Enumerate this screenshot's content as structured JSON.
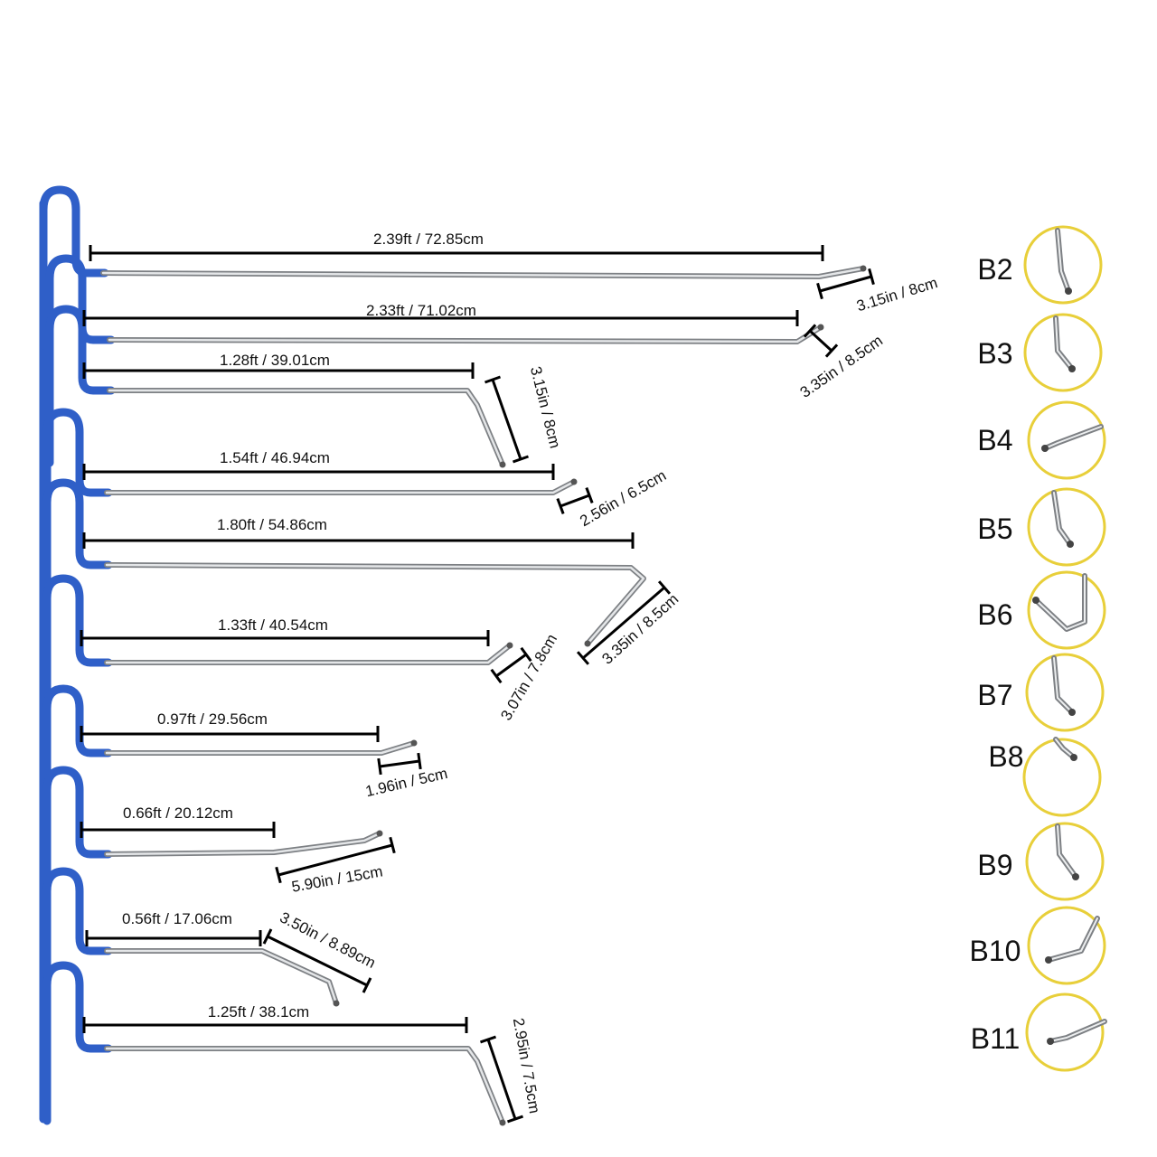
{
  "colors": {
    "handle": "#2f5fc8",
    "handle_dark": "#1e3f99",
    "rod": "#b9bcc0",
    "rod_edge": "#7d8084",
    "dimension_line": "#000000",
    "circle": "#e8cf3a"
  },
  "rods": [
    {
      "length_label": "2.39ft / 72.85cm",
      "tip_label": "3.15in / 8cm"
    },
    {
      "length_label": "2.33ft / 71.02cm",
      "tip_label": "3.35in / 8.5cm"
    },
    {
      "length_label": "1.28ft / 39.01cm",
      "tip_label": "3.15in / 8cm"
    },
    {
      "length_label": "1.54ft / 46.94cm",
      "tip_label": "2.56in / 6.5cm"
    },
    {
      "length_label": "1.80ft / 54.86cm",
      "tip_label": "3.35in / 8.5cm"
    },
    {
      "length_label": "1.33ft / 40.54cm",
      "tip_label": "3.07in / 7.8cm"
    },
    {
      "length_label": "0.97ft / 29.56cm",
      "tip_label": "1.96in / 5cm"
    },
    {
      "length_label": "0.66ft / 20.12cm",
      "tip_label": "5.90in / 15cm"
    },
    {
      "length_label": "0.56ft / 17.06cm",
      "tip_label": "3.50in / 8.89cm"
    },
    {
      "length_label": "1.25ft / 38.1cm",
      "tip_label": "2.95in / 7.5cm"
    }
  ],
  "tips": [
    {
      "name": "B2"
    },
    {
      "name": "B3"
    },
    {
      "name": "B4"
    },
    {
      "name": "B5"
    },
    {
      "name": "B6"
    },
    {
      "name": "B7"
    },
    {
      "name": "B8"
    },
    {
      "name": "B9"
    },
    {
      "name": "B10"
    },
    {
      "name": "B11"
    }
  ]
}
